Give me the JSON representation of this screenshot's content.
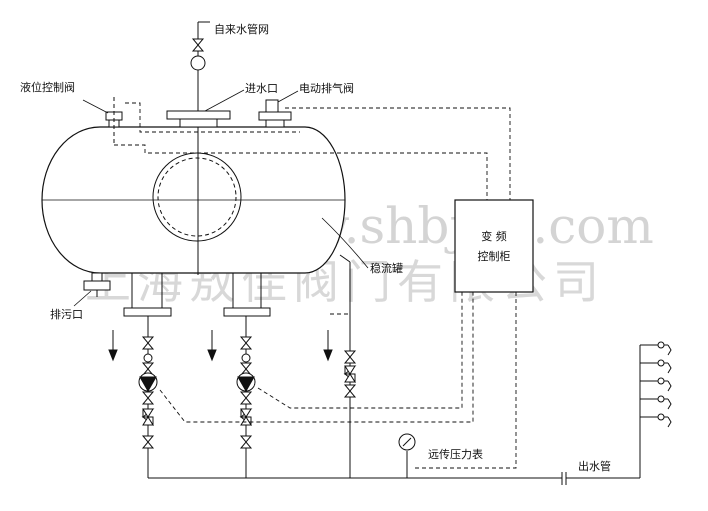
{
  "labels": {
    "city_water": "自来水管网",
    "level_valve": "液位控制阀",
    "water_inlet": "进水口",
    "vent_valve": "电动排气阀",
    "tank": "稳流罐",
    "drain": "排污口",
    "cabinet_line1": "变  频",
    "cabinet_line2": "控制柜",
    "remote_gauge": "远传压力表",
    "outlet": "出水管"
  },
  "watermark": {
    "url": "http://www.shbjtm.com",
    "company": "上海敖佳阀门有限公司"
  },
  "colors": {
    "line": "#111111",
    "watermark": "#cfcfcf"
  }
}
